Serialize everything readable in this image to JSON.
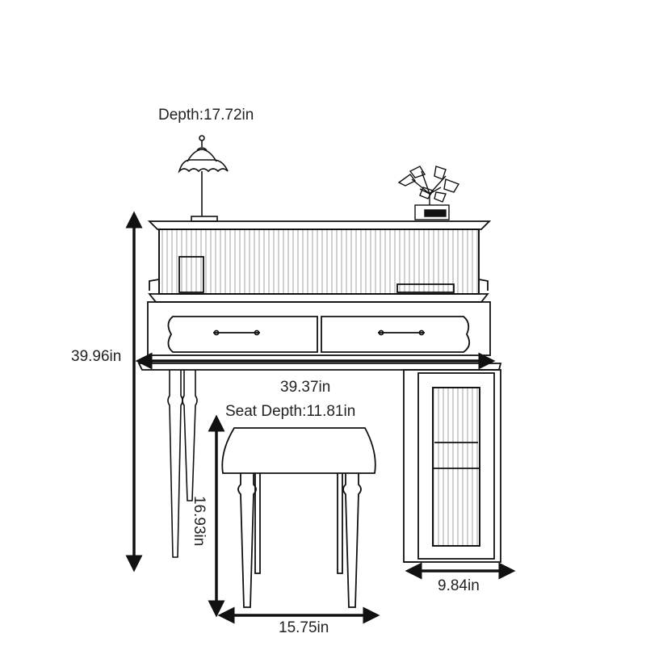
{
  "dimensions": {
    "depth": "Depth:17.72in",
    "height": "39.96in",
    "width": "39.37in",
    "seat_depth": "Seat Depth:11.81in",
    "stool_height": "16.93in",
    "cabinet_width": "9.84in",
    "stool_width": "15.75in"
  },
  "colors": {
    "line": "#111111",
    "text": "#222222",
    "background": "#ffffff"
  }
}
